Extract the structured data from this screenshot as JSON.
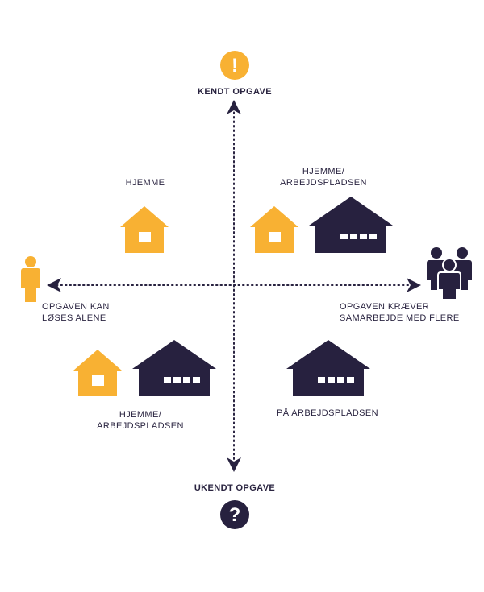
{
  "colors": {
    "orange": "#f8b133",
    "navy": "#27213f",
    "text": "#2a2440"
  },
  "axis": {
    "top_label": "KENDT OPGAVE",
    "bottom_label": "UKENDT OPGAVE",
    "left_label": [
      "OPGAVEN KAN",
      "LØSES ALENE"
    ],
    "right_label": [
      "OPGAVEN KRÆVER",
      "SAMARBEJDE MED FLERE"
    ],
    "top_icon_glyph": "!",
    "bottom_icon_glyph": "?"
  },
  "quadrants": {
    "top_left": {
      "label": "HJEMME",
      "icon": "home-orange-icon"
    },
    "top_right": {
      "label": [
        "HJEMME/",
        "ARBEJDSPLADSEN"
      ],
      "icons": [
        "home-orange-icon",
        "workplace-navy-icon"
      ]
    },
    "bottom_left": {
      "label": [
        "HJEMME/",
        "ARBEJDSPLADSEN"
      ],
      "icons": [
        "home-orange-icon",
        "workplace-navy-icon"
      ]
    },
    "bottom_right": {
      "label": "PÅ ARBEJDSPLADSEN",
      "icon": "workplace-navy-icon"
    }
  }
}
